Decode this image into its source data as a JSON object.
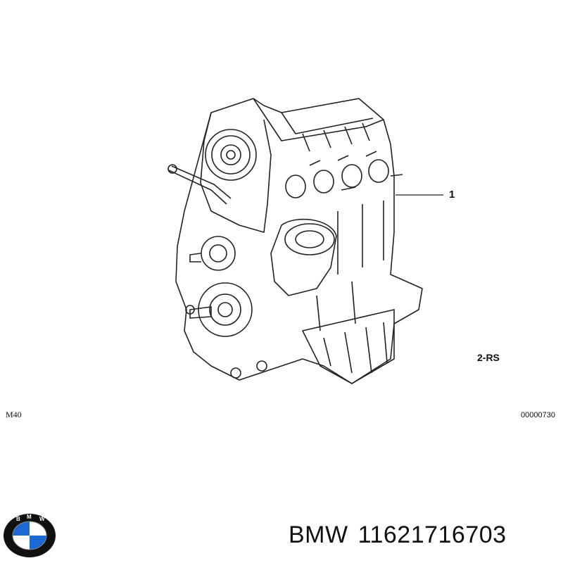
{
  "diagram": {
    "callout_number": "1",
    "variant_label": "2-RS",
    "engine_code": "M40",
    "image_number": "00000730"
  },
  "logo": {
    "text": "BMW",
    "colors": {
      "blue": "#1c69d4",
      "white": "#ffffff",
      "ring": "#111111"
    }
  },
  "part": {
    "brand": "BMW",
    "number": "11621716703"
  }
}
